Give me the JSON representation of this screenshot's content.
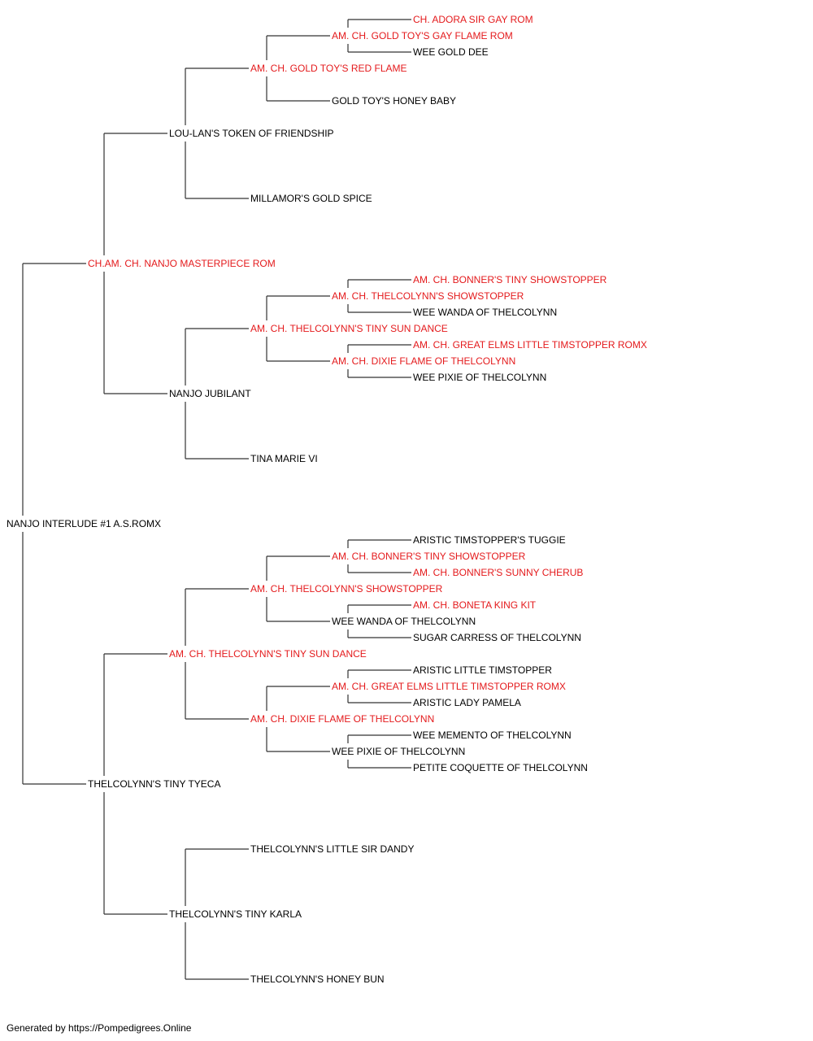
{
  "colors": {
    "champion": "#e41a1c",
    "normal": "#000000",
    "connector": "#333333"
  },
  "footer": "Generated by https://Pompedigrees.Online",
  "pedigree": {
    "name": "NANJO INTERLUDE #1 A.S.ROMX",
    "champion": false,
    "sire": {
      "name": "CH.AM. CH. NANJO MASTERPIECE ROM",
      "champion": true,
      "sire": {
        "name": "LOU-LAN'S TOKEN OF FRIENDSHIP",
        "champion": false,
        "sire": {
          "name": "AM. CH. GOLD TOY'S RED FLAME",
          "champion": true,
          "sire": {
            "name": "AM. CH. GOLD TOY'S GAY FLAME ROM",
            "champion": true,
            "sire": {
              "name": "CH. ADORA SIR GAY ROM",
              "champion": true
            },
            "dam": {
              "name": "WEE GOLD DEE",
              "champion": false
            }
          },
          "dam": {
            "name": "GOLD TOY'S HONEY BABY",
            "champion": false
          }
        },
        "dam": {
          "name": "MILLAMOR'S GOLD SPICE",
          "champion": false
        }
      },
      "dam": {
        "name": "NANJO JUBILANT",
        "champion": false,
        "sire": {
          "name": "AM. CH. THELCOLYNN'S TINY SUN DANCE",
          "champion": true,
          "sire": {
            "name": "AM. CH. THELCOLYNN'S SHOWSTOPPER",
            "champion": true,
            "sire": {
              "name": "AM. CH. BONNER'S TINY SHOWSTOPPER",
              "champion": true
            },
            "dam": {
              "name": "WEE WANDA OF THELCOLYNN",
              "champion": false
            }
          },
          "dam": {
            "name": "AM. CH. DIXIE FLAME OF THELCOLYNN",
            "champion": true,
            "sire": {
              "name": "AM. CH. GREAT ELMS LITTLE TIMSTOPPER ROMX",
              "champion": true
            },
            "dam": {
              "name": "WEE PIXIE OF THELCOLYNN",
              "champion": false
            }
          }
        },
        "dam": {
          "name": "TINA MARIE VI",
          "champion": false
        }
      }
    },
    "dam": {
      "name": "THELCOLYNN'S TINY TYECA",
      "champion": false,
      "sire": {
        "name": "AM. CH. THELCOLYNN'S TINY SUN DANCE",
        "champion": true,
        "sire": {
          "name": "AM. CH. THELCOLYNN'S SHOWSTOPPER",
          "champion": true,
          "sire": {
            "name": "AM. CH. BONNER'S TINY SHOWSTOPPER",
            "champion": true,
            "sire": {
              "name": "ARISTIC TIMSTOPPER'S TUGGIE",
              "champion": false
            },
            "dam": {
              "name": "AM. CH. BONNER'S SUNNY CHERUB",
              "champion": true
            }
          },
          "dam": {
            "name": "WEE WANDA OF THELCOLYNN",
            "champion": false,
            "sire": {
              "name": "AM. CH. BONETA KING KIT",
              "champion": true
            },
            "dam": {
              "name": "SUGAR CARRESS OF THELCOLYNN",
              "champion": false
            }
          }
        },
        "dam": {
          "name": "AM. CH. DIXIE FLAME OF THELCOLYNN",
          "champion": true,
          "sire": {
            "name": "AM. CH. GREAT ELMS LITTLE TIMSTOPPER ROMX",
            "champion": true,
            "sire": {
              "name": "ARISTIC LITTLE TIMSTOPPER",
              "champion": false
            },
            "dam": {
              "name": "ARISTIC LADY PAMELA",
              "champion": false
            }
          },
          "dam": {
            "name": "WEE PIXIE OF THELCOLYNN",
            "champion": false,
            "sire": {
              "name": "WEE MEMENTO OF THELCOLYNN",
              "champion": false
            },
            "dam": {
              "name": "PETITE COQUETTE OF THELCOLYNN",
              "champion": false
            }
          }
        }
      },
      "dam": {
        "name": "THELCOLYNN'S TINY KARLA",
        "champion": false,
        "sire": {
          "name": "THELCOLYNN'S LITTLE SIR DANDY",
          "champion": false
        },
        "dam": {
          "name": "THELCOLYNN'S HONEY BUN",
          "champion": false
        }
      }
    }
  }
}
